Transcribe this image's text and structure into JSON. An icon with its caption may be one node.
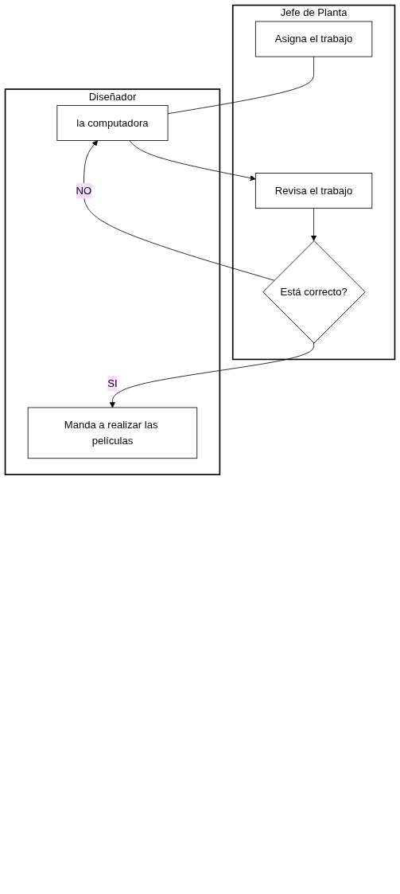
{
  "diagram": {
    "nodes": [
      {
        "text": [
          "Jefe de Planta"
        ]
      },
      {
        "text": [
          "Diseñador"
        ]
      },
      {
        "text": [
          "Asigna el trabajo"
        ],
        "in": 0
      },
      {
        "text": [
          "la computadora"
        ],
        "in": 1
      },
      {
        "text": [
          "Revisa el trabajo"
        ],
        "in": 0
      },
      {
        "text": [
          "Está correcto?"
        ],
        "in": 0
      },
      {
        "text": [
          "Manda a realizar las películas"
        ],
        "in": 1
      }
    ],
    "edges": [
      {
        "from": 2,
        "to": 3,
        "arrow": "none"
      },
      {
        "from": 3,
        "to": 4,
        "arrow": "to"
      },
      {
        "from": 4,
        "to": 5,
        "arrow": "to"
      },
      {
        "from": 5,
        "to": 3,
        "arrow": "to",
        "label": "NO"
      },
      {
        "from": 5,
        "to": 6,
        "arrow": "to",
        "label": "SI"
      }
    ]
  }
}
